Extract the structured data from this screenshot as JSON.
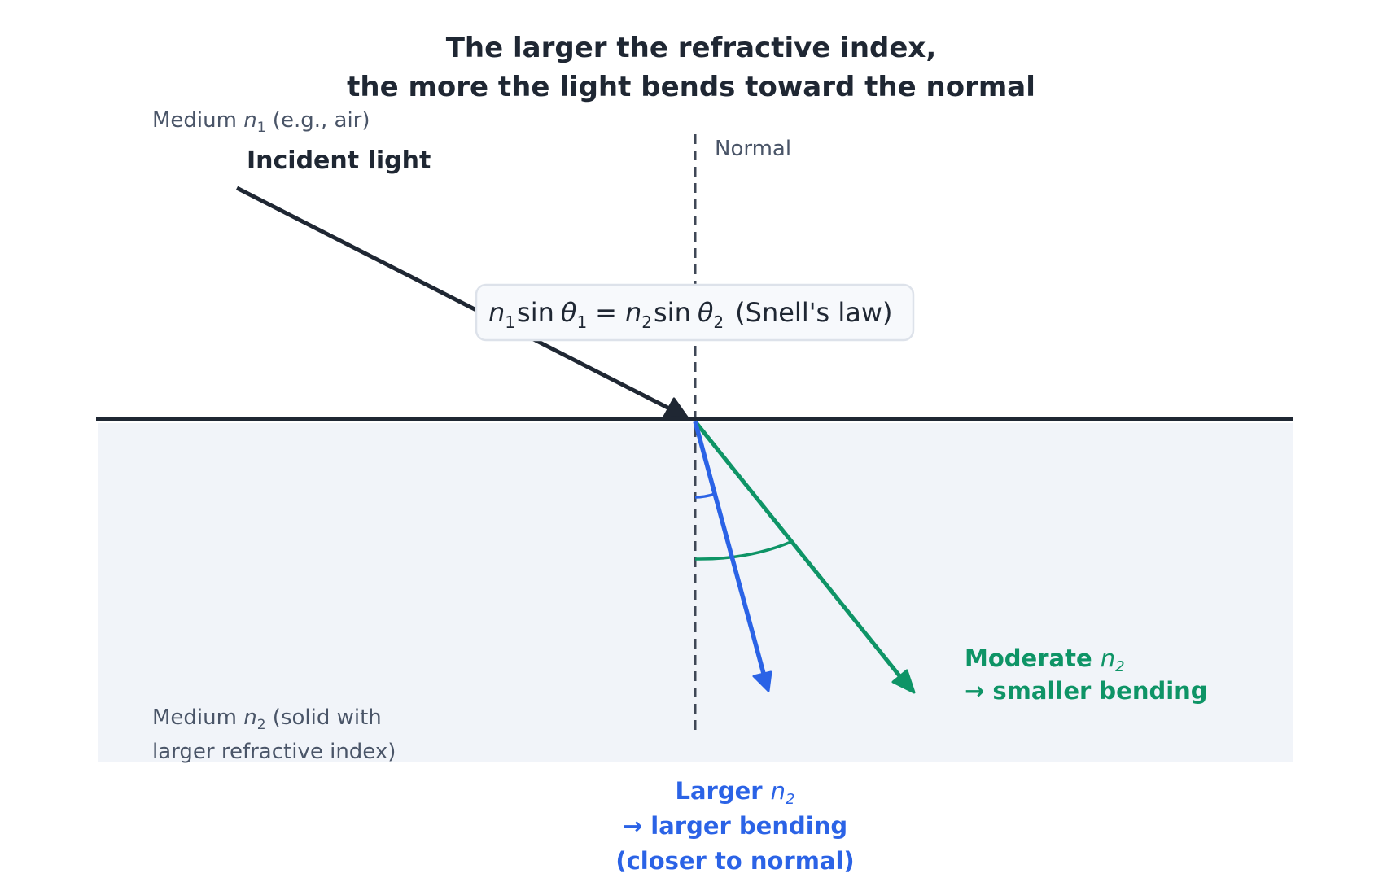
{
  "title": {
    "line1": "The larger the refractive index,",
    "line2": "the more the light bends toward the normal"
  },
  "medium1": {
    "prefix": "Medium ",
    "var": "n",
    "sub": "1",
    "suffix": " (e.g., air)"
  },
  "incident_label": "Incident light",
  "normal_label": "Normal",
  "snell": {
    "n1": "n",
    "s1": "1",
    "sin1": "sin",
    "theta1": "θ",
    "t1": "1",
    "eq": "=",
    "n2": "n",
    "s2": "2",
    "sin2": "sin",
    "theta2": "θ",
    "t2": "2",
    "caption": "(Snell's law)"
  },
  "moderate": {
    "word": "Moderate ",
    "var": "n",
    "sub": "2",
    "line2": "→ smaller bending"
  },
  "medium2": {
    "prefix": "Medium ",
    "var": "n",
    "sub": "2",
    "suffix": " (solid with",
    "line2": "larger refractive index)"
  },
  "larger": {
    "word": "Larger ",
    "var": "n",
    "sub": "2",
    "line2": "→ larger bending",
    "line3": "(closer to normal)"
  },
  "colors": {
    "dark": "#1f2733",
    "blue": "#2b63e6",
    "green": "#0e9466",
    "medium2_fill": "#f1f4f9",
    "box_fill": "#f7f9fc",
    "box_stroke": "#dde2ea"
  }
}
